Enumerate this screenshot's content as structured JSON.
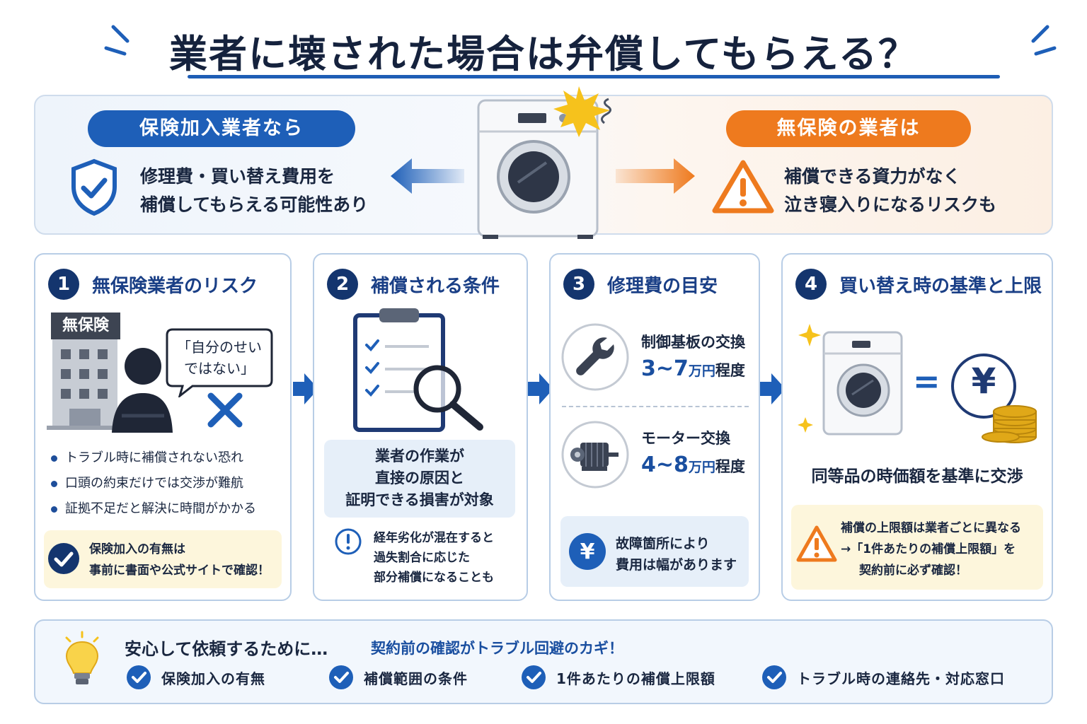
{
  "title": "業者に壊された場合は弁償してもらえる？",
  "top": {
    "insured_pill": "保険加入業者なら",
    "insured_line1": "修理費・買い替え費用を",
    "insured_line2": "補償してもらえる可能性あり",
    "uninsured_pill": "無保険の業者は",
    "uninsured_line1": "補償できる資力がなく",
    "uninsured_line2": "泣き寝入りになるリスクも"
  },
  "cards": [
    {
      "num": "1",
      "title": "無保険業者のリスク",
      "badge": "無保険",
      "bubble_line1": "「自分のせい",
      "bubble_line2": "ではない」",
      "bullets": [
        "トラブル時に補償されない恐れ",
        "口頭の約束だけでは交渉が難航",
        "証拠不足だと解決に時間がかかる"
      ],
      "note_line1": "保険加入の有無は",
      "note_line2": "事前に書面や公式サイトで確認！"
    },
    {
      "num": "2",
      "title": "補償される条件",
      "box_line1": "業者の作業が",
      "box_line2": "直接の原因と",
      "box_line3": "証明できる損害が対象",
      "note_line1": "経年劣化が混在すると",
      "note_line2": "過失割合に応じた",
      "note_line3": "部分補償になることも"
    },
    {
      "num": "3",
      "title": "修理費の目安",
      "item1_label": "制御基板の交換",
      "item1_range": "3~7",
      "item1_unit": "万円",
      "item1_suffix": "程度",
      "item2_label": "モーター交換",
      "item2_range": "4~8",
      "item2_unit": "万円",
      "item2_suffix": "程度",
      "note_line1": "故障箇所により",
      "note_line2": "費用は幅があります"
    },
    {
      "num": "4",
      "title": "買い替え時の基準と上限",
      "equals": "=",
      "yen": "¥",
      "basis": "同等品の時価額を基準に交渉",
      "note_line1": "補償の上限額は業者ごとに異なる",
      "note_line2": "→「1件あたりの補償上限額」を",
      "note_line3": "契約前に必ず確認！"
    }
  ],
  "bottom": {
    "head": "安心して依頼するために…",
    "sub": "契約前の確認がトラブル回避のカギ！",
    "checks": [
      "保険加入の有無",
      "補償範囲の条件",
      "1件あたりの補償上限額",
      "トラブル時の連絡先・対応窓口"
    ]
  },
  "colors": {
    "navy": "#14356e",
    "blue": "#1e5fb8",
    "orange": "#ee7a1e",
    "yellow_note": "#fdf6dc",
    "blue_note": "#e6eff9"
  }
}
